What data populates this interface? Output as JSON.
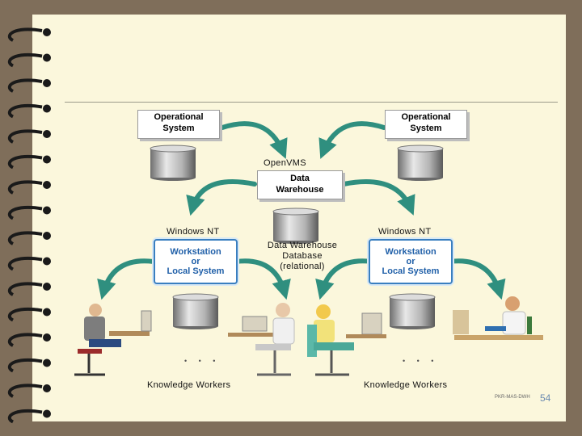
{
  "diagram": {
    "os_left": "Operational System",
    "os_right": "Operational System",
    "openvms": "OpenVMS",
    "data_warehouse": "Data Warehouse",
    "win_nt_left": "Windows NT",
    "win_nt_right": "Windows NT",
    "dw_db_line1": "Data Warehouse",
    "dw_db_line2": "Database",
    "dw_db_line3": "(relational)",
    "ws_left_line1": "Workstation",
    "ws_left_line2": "or",
    "ws_left_line3": "Local System",
    "ws_right_line1": "Workstation",
    "ws_right_line2": "or",
    "ws_right_line3": "Local System",
    "kw_left": "Knowledge Workers",
    "kw_right": "Knowledge Workers",
    "dots": "• • •"
  },
  "footer": {
    "credit": "PKR-MAS-DWH",
    "page_number": "54"
  },
  "colors": {
    "arrow": "#2f8f7f",
    "workstation_border": "#3a7fc0",
    "page": "#fbf7dc",
    "background": "#7f6e5a"
  },
  "icons": [
    "database-cylinder-icon",
    "curved-arrow-icon",
    "person-at-desk-icon",
    "spiral-ring-icon"
  ]
}
